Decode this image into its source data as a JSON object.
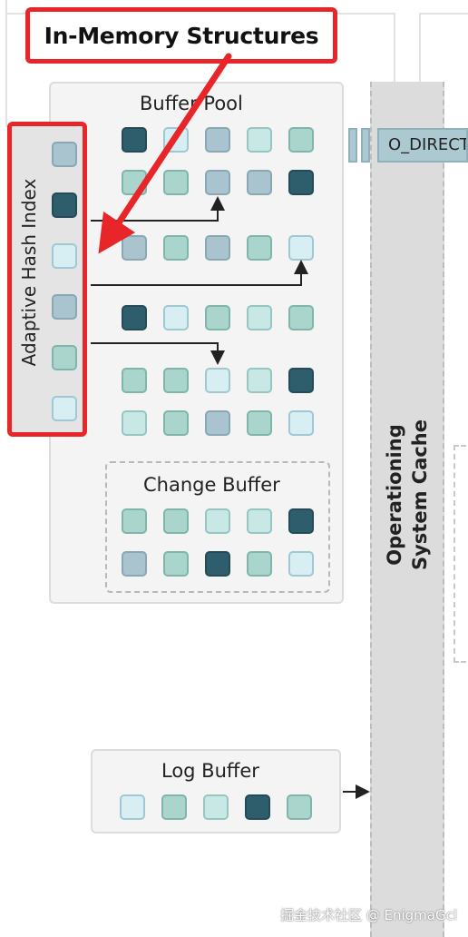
{
  "title": "In-Memory Structures",
  "buffer_pool": {
    "label": "Buffer Pool",
    "rows": [
      [
        "dark",
        "light",
        "steel",
        "mint",
        "teal"
      ],
      [
        "teal",
        "teal",
        "steel",
        "steel",
        "dark"
      ],
      [
        "steel",
        "teal",
        "steel",
        "teal",
        "light"
      ],
      [
        "dark",
        "light",
        "teal",
        "mint",
        "teal"
      ],
      [
        "teal",
        "teal",
        "light",
        "mint",
        "dark"
      ],
      [
        "mint",
        "teal",
        "steel",
        "teal",
        "light"
      ]
    ]
  },
  "adaptive_hash_index": {
    "label": "Adaptive Hash Index",
    "cells": [
      "steel",
      "dark",
      "light",
      "steel",
      "teal",
      "light"
    ]
  },
  "change_buffer": {
    "label": "Change Buffer",
    "rows": [
      [
        "teal",
        "teal",
        "mint",
        "mint",
        "dark"
      ],
      [
        "steel",
        "teal",
        "dark",
        "teal",
        "light"
      ]
    ]
  },
  "os_cache": {
    "label_line1": "Operationing",
    "label_line2": "System Cache"
  },
  "o_direct": {
    "label": "O_DIRECT"
  },
  "log_buffer": {
    "label": "Log Buffer",
    "cells": [
      "light",
      "teal",
      "mint",
      "dark",
      "teal"
    ]
  },
  "watermark": "掘金技术社区 @ EnigmaGcl",
  "colors": {
    "highlight_red": "#e8262a",
    "dark": "#2e5d6b",
    "teal": "#a9d5cc",
    "steel": "#a9c4ce",
    "light": "#d7eef2",
    "mint": "#c8e8e6"
  }
}
